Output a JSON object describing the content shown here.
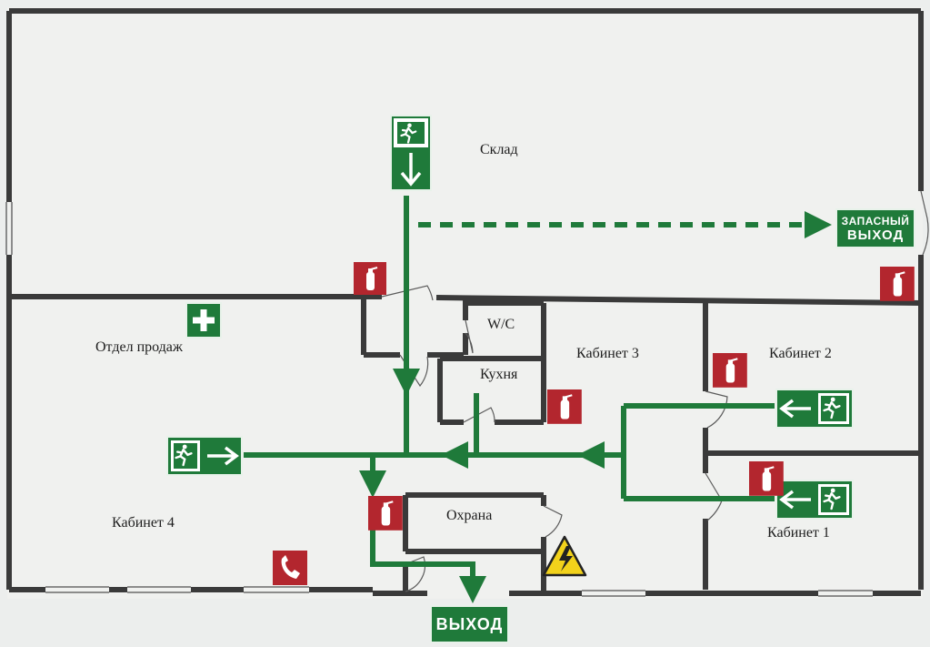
{
  "rooms": {
    "sklad": "Склад",
    "wc": "W/C",
    "otdel_prodazh": "Отдел продаж",
    "kabinet3": "Кабинет 3",
    "kuhnya": "Кухня",
    "kabinet2": "Кабинет 2",
    "kabinet4": "Кабинет 4",
    "ohrana": "Охрана",
    "kabinet1": "Кабинет 1"
  },
  "signs": {
    "spare_exit_line1": "ЗАПАСНЫЙ",
    "spare_exit_line2": "ВЫХОД",
    "main_exit": "ВЫХОД"
  },
  "colors": {
    "evacuation_green": "#1f7a3a",
    "fire_red": "#b3262e",
    "wall": "#3a3a3a",
    "warning_yellow": "#f2d21b"
  },
  "icons": [
    "running-man-icon",
    "arrow-icon",
    "fire-extinguisher-icon",
    "first-aid-icon",
    "phone-icon",
    "high-voltage-icon"
  ]
}
